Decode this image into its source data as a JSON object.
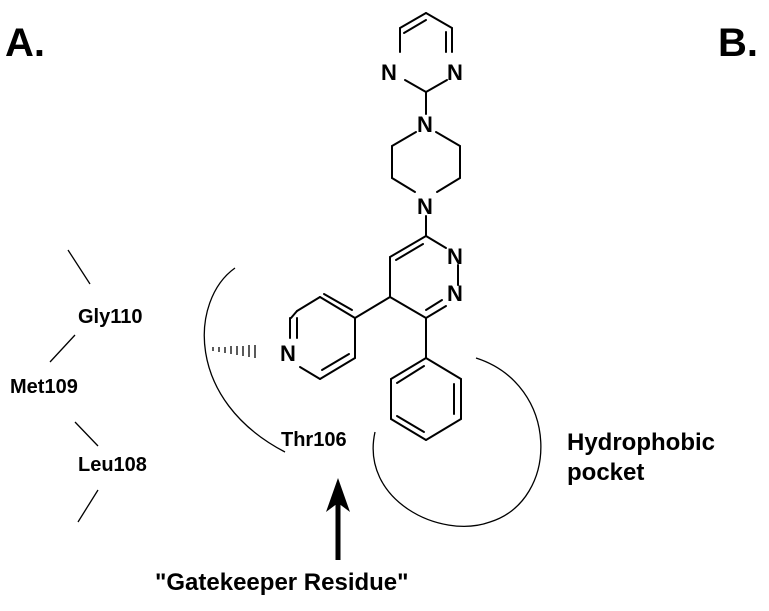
{
  "panel_labels": {
    "a": "A.",
    "b": "B."
  },
  "atoms": {
    "pyrimidine_n_left": "N",
    "pyrimidine_n_right": "N",
    "piperazine_n_top": "N",
    "piperazine_n_bottom": "N",
    "pyridazine_n1": "N",
    "pyridazine_n2": "N",
    "pyridine_n": "N"
  },
  "residues": {
    "gly": "Gly110",
    "met": "Met109",
    "leu": "Leu108",
    "thr": "Thr106"
  },
  "regions": {
    "hydrophobic_line1": "Hydrophobic",
    "hydrophobic_line2": "pocket",
    "gatekeeper": "\"Gatekeeper Residue\""
  }
}
